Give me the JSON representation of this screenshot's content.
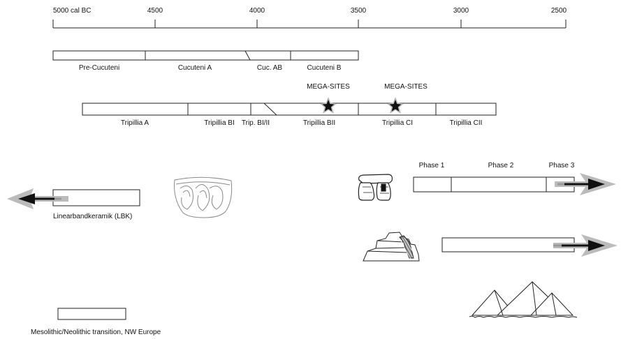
{
  "axis": {
    "ticks": [
      "5000 cal BC",
      "4500",
      "4000",
      "3500",
      "3000",
      "2500"
    ]
  },
  "cucuteni": {
    "segments": [
      "Pre-Cucuteni",
      "Cucuteni A",
      "Cuc. AB",
      "Cucuteni B"
    ]
  },
  "tripillia": {
    "segments": [
      "Tripillia A",
      "Tripillia BI",
      "Trip. BI/II",
      "Tripillia BII",
      "Tripillia CI",
      "Tripillia CII"
    ],
    "mega_sites_label": "MEGA-SITES"
  },
  "stonehenge": {
    "phases": [
      "Phase 1",
      "Phase 2",
      "Phase 3"
    ],
    "icon": "stonehenge-trilithon-icon"
  },
  "lbk": {
    "label": "Linearbandkeramik (LBK)",
    "icon": "lbk-pottery-vessel-icon"
  },
  "ziggurat": {
    "icon": "ziggurat-icon"
  },
  "pyramids": {
    "icon": "pyramids-icon"
  },
  "mesolithic": {
    "label": "Mesolithic/Neolithic transition, NW Europe"
  }
}
